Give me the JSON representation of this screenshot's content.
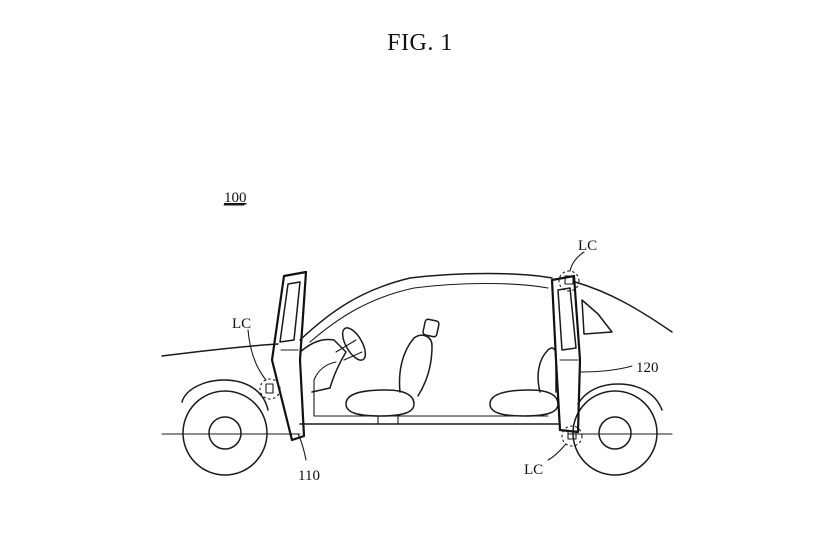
{
  "figure": {
    "title": "FIG. 1"
  },
  "labels": {
    "vehicle": "100",
    "front_door": "110",
    "rear_door": "120",
    "lc_front": "LC",
    "lc_rear_top": "LC",
    "lc_rear_bottom": "LC"
  }
}
